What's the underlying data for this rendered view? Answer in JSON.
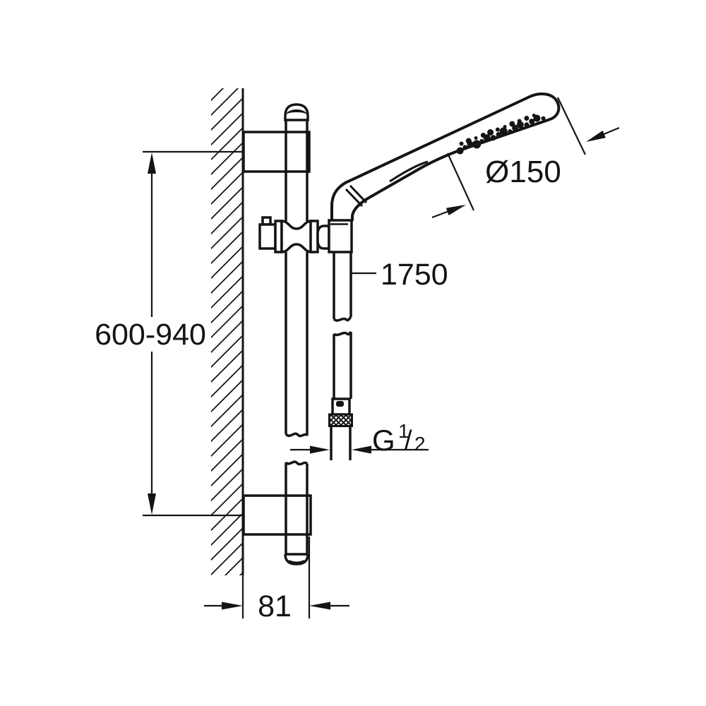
{
  "drawing": {
    "type": "technical-dimensional-drawing",
    "subject": "shower-rail-set-side-view",
    "colors": {
      "line": "#141414",
      "background": "#ffffff"
    },
    "labels": {
      "rail_mounting_height": "600-940",
      "hose_length": "1750",
      "head_diameter": "Ø150",
      "thread_letter": "G",
      "thread_numerator": "1",
      "thread_slash": "/",
      "thread_denominator": "2",
      "wall_offset": "81"
    }
  }
}
